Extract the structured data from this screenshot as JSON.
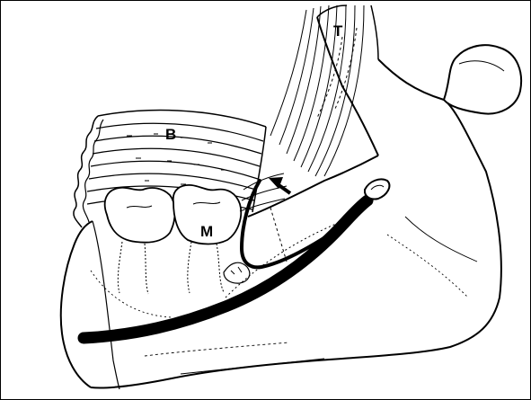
{
  "labels": {
    "temporalis": "T",
    "buccinator": "B",
    "molar": "M"
  },
  "colors": {
    "ink": "#000000",
    "paper": "#ffffff"
  },
  "elements": {
    "mandible": "mandible-outline",
    "condyle": "condylar-process",
    "coronoid": "coronoid-process",
    "nerve": "nerve-path",
    "arrow": "pointer-arrow"
  }
}
